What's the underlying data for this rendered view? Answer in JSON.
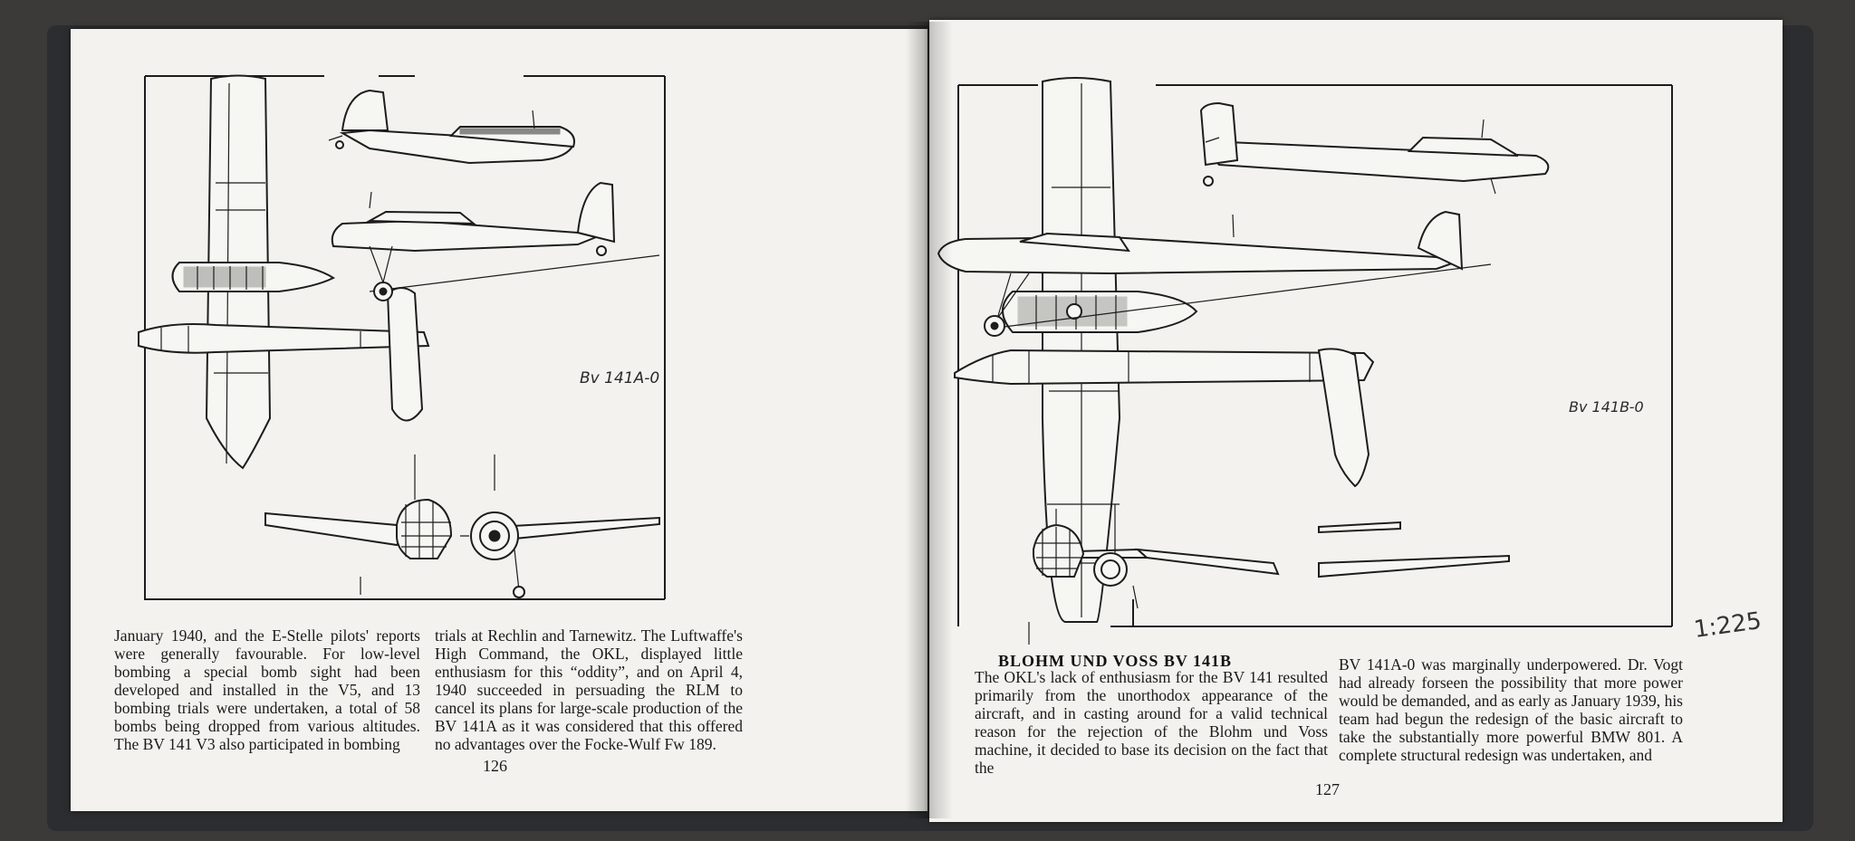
{
  "left_page": {
    "caption": "Bv 141A-0",
    "text_col1": "January 1940, and the E-Stelle pilots' reports were generally favourable. For low-level bombing a special bomb sight had been developed and installed in the V5, and 13 bombing trials were undertaken, a total of 58 bombs being dropped from various altitudes. The BV 141 V3 also participated in bombing",
    "text_col2": "trials at Rechlin and Tarnewitz. The Luftwaffe's High Command, the OKL, displayed little enthusiasm for this “oddity”, and on April 4, 1940 succeeded in persuading the RLM to cancel its plans for large-scale production of the BV 141A as it was considered that this offered no advantages over the Focke-Wulf Fw 189.",
    "page_number": "126"
  },
  "right_page": {
    "caption": "Bv 141B-0",
    "handwritten_scale": "1:225",
    "heading": "BLOHM UND VOSS BV 141B",
    "text_col1": "The OKL's lack of enthusiasm for the BV 141 resulted primarily from the unorthodox appearance of the aircraft, and in casting around for a valid technical reason for the rejection of the Blohm und Voss machine, it decided to base its decision on the fact that the",
    "text_col2": "BV 141A-0 was marginally underpowered. Dr. Vogt had already forseen the possibility that more power would be demanded, and as early as January 1939, his team had begun the redesign of the basic aircraft to take the substantially more powerful BMW 801. A complete structural redesign was undertaken, and",
    "page_number": "127"
  }
}
